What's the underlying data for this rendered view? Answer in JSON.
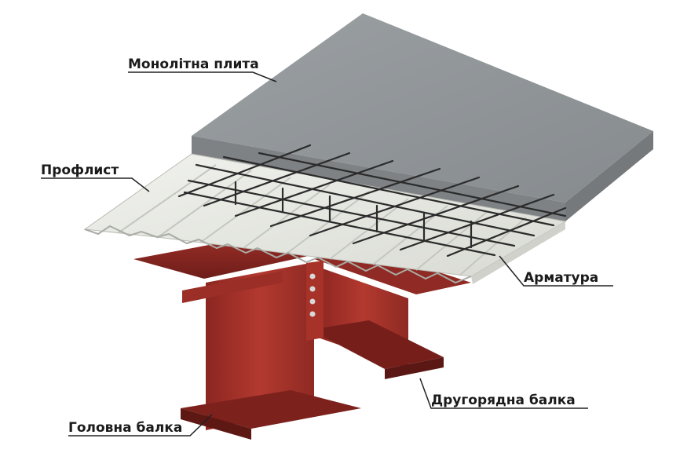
{
  "labels": {
    "slab": "Монолітна плита",
    "deck": "Профлист",
    "rebar": "Арматура",
    "secondary_beam": "Другорядна балка",
    "main_beam": "Головна балка"
  },
  "colors": {
    "concrete": "#8e9396",
    "deck": "#e9ebe5",
    "steel": "#a8322b",
    "rebar": "#2b2b2b"
  }
}
